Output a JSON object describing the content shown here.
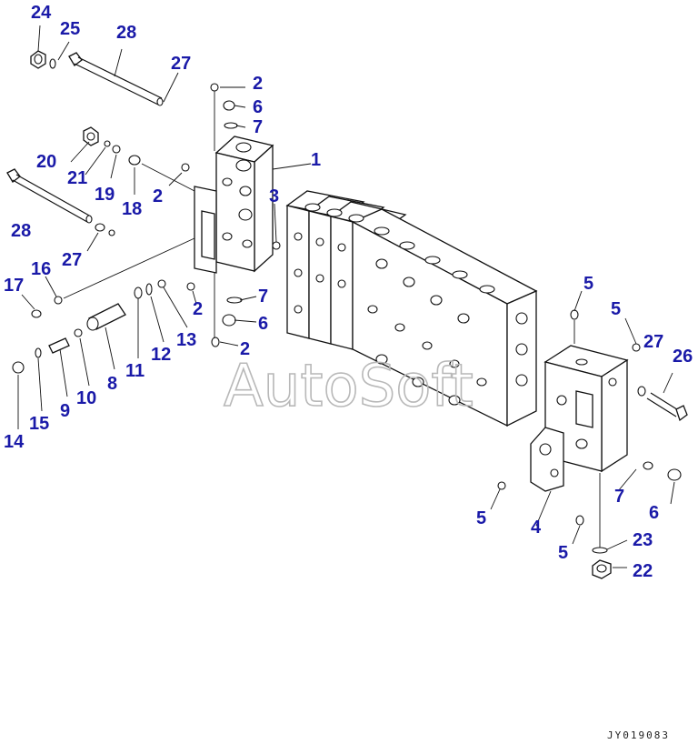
{
  "watermark": "AutoSoft",
  "drawing_code": "JY019083",
  "callouts": [
    {
      "id": "1",
      "text": "1"
    },
    {
      "id": "2a",
      "text": "2"
    },
    {
      "id": "2b",
      "text": "2"
    },
    {
      "id": "2c",
      "text": "2"
    },
    {
      "id": "2d",
      "text": "2"
    },
    {
      "id": "3",
      "text": "3"
    },
    {
      "id": "4",
      "text": "4"
    },
    {
      "id": "5a",
      "text": "5"
    },
    {
      "id": "5b",
      "text": "5"
    },
    {
      "id": "5c",
      "text": "5"
    },
    {
      "id": "5d",
      "text": "5"
    },
    {
      "id": "6a",
      "text": "6"
    },
    {
      "id": "6b",
      "text": "6"
    },
    {
      "id": "6c",
      "text": "6"
    },
    {
      "id": "7a",
      "text": "7"
    },
    {
      "id": "7b",
      "text": "7"
    },
    {
      "id": "7c",
      "text": "7"
    },
    {
      "id": "8",
      "text": "8"
    },
    {
      "id": "9",
      "text": "9"
    },
    {
      "id": "10",
      "text": "10"
    },
    {
      "id": "11",
      "text": "11"
    },
    {
      "id": "12",
      "text": "12"
    },
    {
      "id": "13",
      "text": "13"
    },
    {
      "id": "14",
      "text": "14"
    },
    {
      "id": "15",
      "text": "15"
    },
    {
      "id": "16",
      "text": "16"
    },
    {
      "id": "17",
      "text": "17"
    },
    {
      "id": "18",
      "text": "18"
    },
    {
      "id": "19",
      "text": "19"
    },
    {
      "id": "20",
      "text": "20"
    },
    {
      "id": "21",
      "text": "21"
    },
    {
      "id": "22",
      "text": "22"
    },
    {
      "id": "23",
      "text": "23"
    },
    {
      "id": "24",
      "text": "24"
    },
    {
      "id": "25",
      "text": "25"
    },
    {
      "id": "26",
      "text": "26"
    },
    {
      "id": "27a",
      "text": "27"
    },
    {
      "id": "27b",
      "text": "27"
    },
    {
      "id": "27c",
      "text": "27"
    },
    {
      "id": "28a",
      "text": "28"
    },
    {
      "id": "28b",
      "text": "28"
    }
  ],
  "colors": {
    "callout": "#1a1aa8",
    "line": "#111111",
    "watermark": "#b8b8b8"
  }
}
